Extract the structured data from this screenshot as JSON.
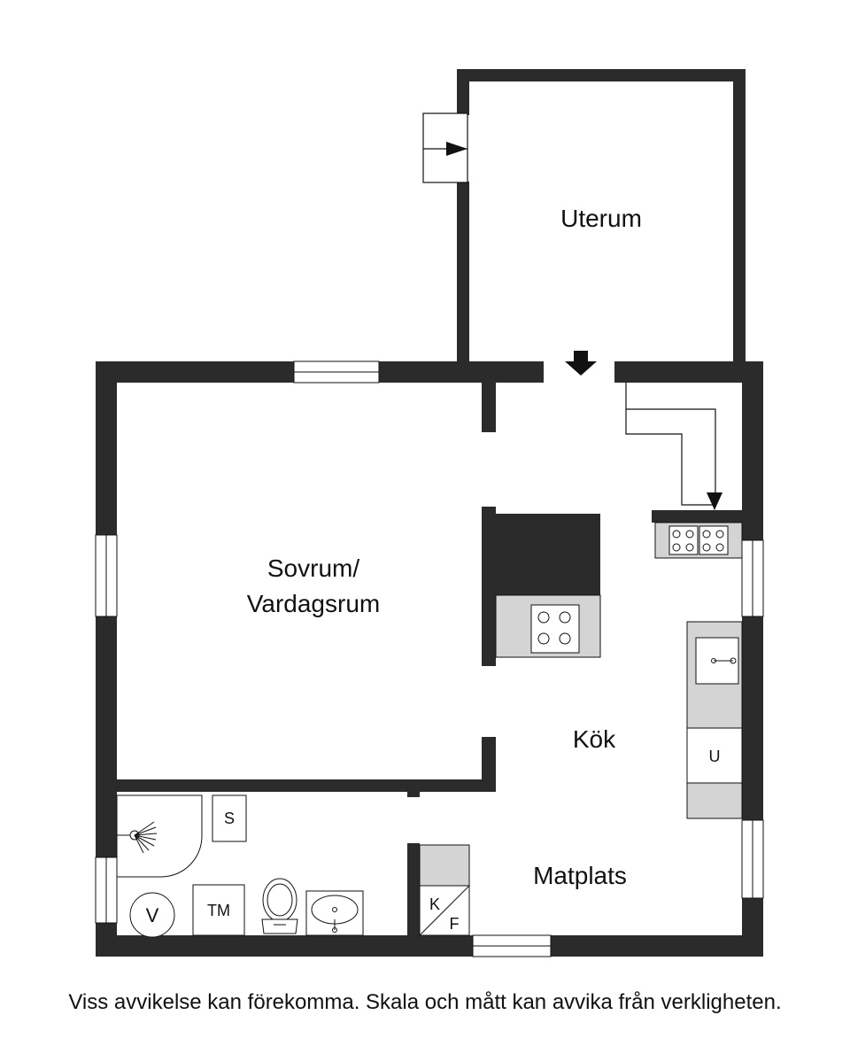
{
  "rooms": {
    "uterum": "Uterum",
    "sovrum_line1": "Sovrum/",
    "sovrum_line2": "Vardagsrum",
    "kok": "Kök",
    "matplats": "Matplats"
  },
  "fixtures": {
    "shower_cabinet": "S",
    "boiler": "V",
    "washing_machine": "TM",
    "fridge_k": "K",
    "freezer_f": "F",
    "oven": "U"
  },
  "colors": {
    "wall": "#2b2b2b",
    "counter": "#d4d4d4",
    "line": "#111111"
  },
  "disclaimer": "Viss avvikelse kan förekomma. Skala och mått kan avvika från verkligheten."
}
